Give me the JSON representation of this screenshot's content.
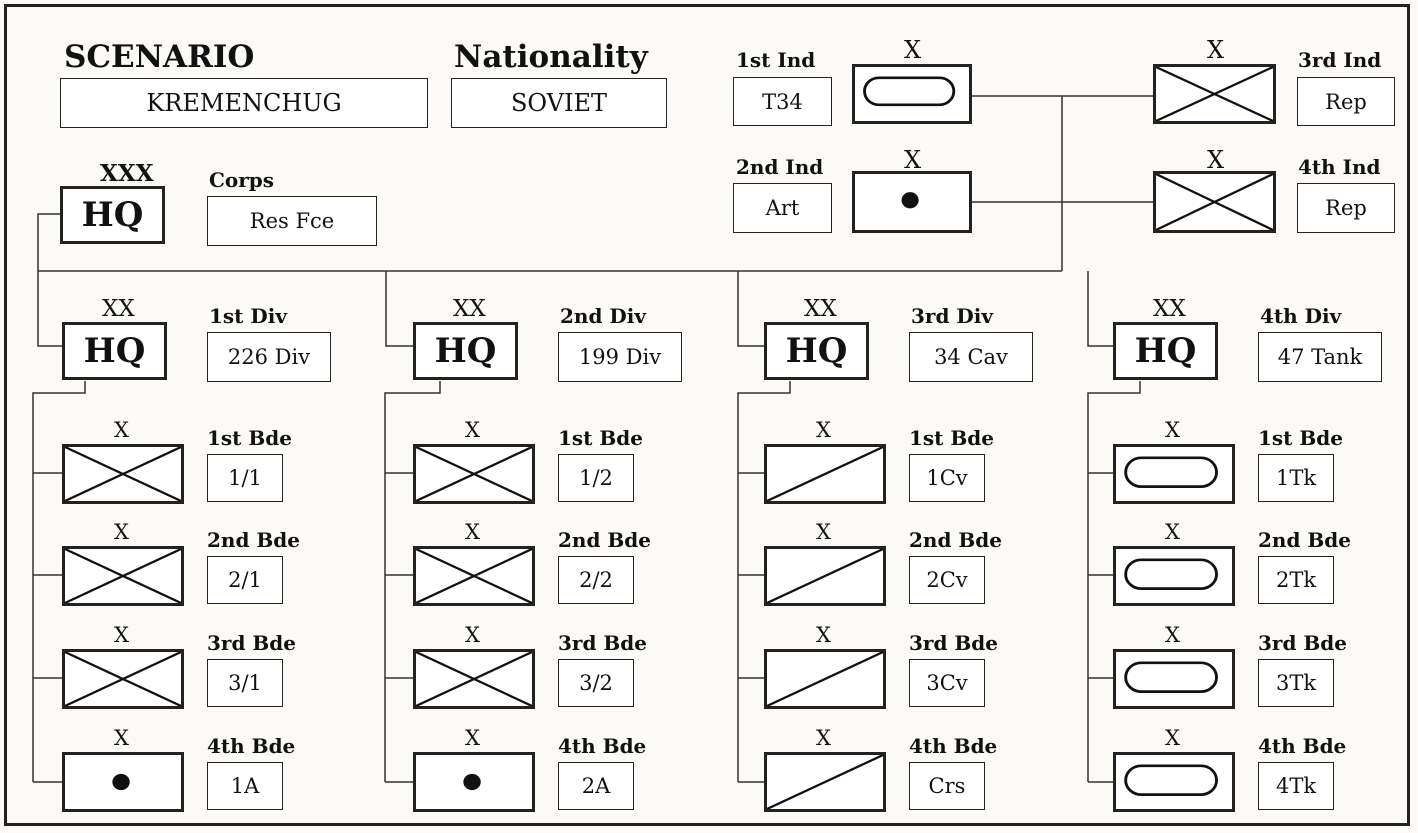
{
  "scenario": {
    "label": "SCENARIO",
    "value": "KREMENCHUG"
  },
  "nationality": {
    "label": "Nationality",
    "value": "SOVIET"
  },
  "corps": {
    "echelon": "XXX",
    "symbol": "HQ",
    "label": "Corps",
    "value": "Res Fce"
  },
  "independents": [
    {
      "label": "1st Ind",
      "value": "T34",
      "echelon": "X",
      "unit_type": "armour"
    },
    {
      "label": "2nd Ind",
      "value": "Art",
      "echelon": "X",
      "unit_type": "artillery"
    },
    {
      "label": "3rd Ind",
      "value": "Rep",
      "echelon": "X",
      "unit_type": "infantry"
    },
    {
      "label": "4th Ind",
      "value": "Rep",
      "echelon": "X",
      "unit_type": "infantry"
    }
  ],
  "divisions": [
    {
      "echelon": "XX",
      "symbol": "HQ",
      "label": "1st Div",
      "value": "226 Div",
      "brigades": [
        {
          "echelon": "X",
          "label": "1st Bde",
          "value": "1/1",
          "unit_type": "infantry"
        },
        {
          "echelon": "X",
          "label": "2nd Bde",
          "value": "2/1",
          "unit_type": "infantry"
        },
        {
          "echelon": "X",
          "label": "3rd Bde",
          "value": "3/1",
          "unit_type": "infantry"
        },
        {
          "echelon": "X",
          "label": "4th Bde",
          "value": "1A",
          "unit_type": "artillery"
        }
      ]
    },
    {
      "echelon": "XX",
      "symbol": "HQ",
      "label": "2nd Div",
      "value": "199 Div",
      "brigades": [
        {
          "echelon": "X",
          "label": "1st Bde",
          "value": "1/2",
          "unit_type": "infantry"
        },
        {
          "echelon": "X",
          "label": "2nd Bde",
          "value": "2/2",
          "unit_type": "infantry"
        },
        {
          "echelon": "X",
          "label": "3rd Bde",
          "value": "3/2",
          "unit_type": "infantry"
        },
        {
          "echelon": "X",
          "label": "4th Bde",
          "value": "2A",
          "unit_type": "artillery"
        }
      ]
    },
    {
      "echelon": "XX",
      "symbol": "HQ",
      "label": "3rd Div",
      "value": "34 Cav",
      "brigades": [
        {
          "echelon": "X",
          "label": "1st Bde",
          "value": "1Cv",
          "unit_type": "cavalry"
        },
        {
          "echelon": "X",
          "label": "2nd Bde",
          "value": "2Cv",
          "unit_type": "cavalry"
        },
        {
          "echelon": "X",
          "label": "3rd Bde",
          "value": "3Cv",
          "unit_type": "cavalry"
        },
        {
          "echelon": "X",
          "label": "4th Bde",
          "value": "Crs",
          "unit_type": "cavalry"
        }
      ]
    },
    {
      "echelon": "XX",
      "symbol": "HQ",
      "label": "4th Div",
      "value": "47 Tank",
      "brigades": [
        {
          "echelon": "X",
          "label": "1st Bde",
          "value": "1Tk",
          "unit_type": "armour"
        },
        {
          "echelon": "X",
          "label": "2nd Bde",
          "value": "2Tk",
          "unit_type": "armour"
        },
        {
          "echelon": "X",
          "label": "3rd Bde",
          "value": "3Tk",
          "unit_type": "armour"
        },
        {
          "echelon": "X",
          "label": "4th Bde",
          "value": "4Tk",
          "unit_type": "armour"
        }
      ]
    }
  ]
}
